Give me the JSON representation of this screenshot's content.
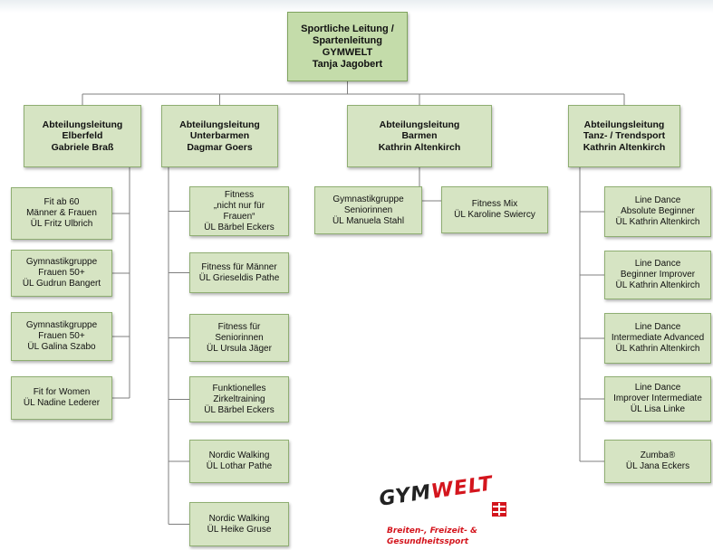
{
  "root": {
    "lines": [
      "Sportliche Leitung /",
      "Spartenleitung",
      "GYMWELT",
      "Tanja Jagobert"
    ]
  },
  "departments": [
    {
      "id": "elberfeld",
      "lines": [
        "Abteilungsleitung",
        "Elberfeld",
        "Gabriele Braß"
      ],
      "groups": [
        {
          "lines": [
            "Fit ab 60",
            "Männer & Frauen",
            "ÜL Fritz Ulbrich"
          ]
        },
        {
          "lines": [
            "Gymnastikgruppe",
            "Frauen 50+",
            "ÜL Gudrun Bangert"
          ]
        },
        {
          "lines": [
            "Gymnastikgruppe",
            "Frauen 50+",
            "ÜL Galina Szabo"
          ]
        },
        {
          "lines": [
            "Fit for Women",
            "ÜL Nadine Lederer"
          ]
        }
      ]
    },
    {
      "id": "unterbarmen",
      "lines": [
        "Abteilungsleitung",
        "Unterbarmen",
        "Dagmar Goers"
      ],
      "groups": [
        {
          "lines": [
            "Fitness",
            "„nicht nur für",
            "Frauen“",
            "ÜL Bärbel Eckers"
          ]
        },
        {
          "lines": [
            "Fitness für Männer",
            "ÜL Grieseldis Pathe"
          ]
        },
        {
          "lines": [
            "Fitness für",
            "Seniorinnen",
            "ÜL Ursula Jäger"
          ]
        },
        {
          "lines": [
            "Funktionelles",
            "Zirkeltraining",
            "ÜL Bärbel Eckers"
          ]
        },
        {
          "lines": [
            "Nordic Walking",
            "ÜL Lothar Pathe"
          ]
        },
        {
          "lines": [
            "Nordic Walking",
            "ÜL Heike Gruse"
          ]
        }
      ]
    },
    {
      "id": "barmen",
      "lines": [
        "Abteilungsleitung",
        "Barmen",
        "Kathrin Altenkirch"
      ],
      "groups": [
        {
          "lines": [
            "Gymnastikgruppe",
            "Seniorinnen",
            "ÜL Manuela Stahl"
          ]
        },
        {
          "lines": [
            "Fitness Mix",
            "ÜL Karoline Swiercy"
          ]
        }
      ]
    },
    {
      "id": "tanz",
      "lines": [
        "Abteilungsleitung",
        "Tanz- / Trendsport",
        "Kathrin Altenkirch"
      ],
      "groups": [
        {
          "lines": [
            "Line Dance",
            "Absolute Beginner",
            "ÜL Kathrin Altenkirch"
          ]
        },
        {
          "lines": [
            "Line Dance",
            "Beginner Improver",
            "ÜL Kathrin Altenkirch"
          ]
        },
        {
          "lines": [
            "Line Dance",
            "Intermediate Advanced",
            "ÜL Kathrin Altenkirch"
          ]
        },
        {
          "lines": [
            "Line Dance",
            "Improver Intermediate",
            "ÜL Lisa Linke"
          ]
        },
        {
          "lines": [
            "Zumba®",
            "ÜL Jana Eckers"
          ]
        }
      ]
    }
  ],
  "logo": {
    "wordmark_dark": "GYM",
    "wordmark_red": "WELT",
    "subtitle": [
      "Breiten-, Freizeit- &",
      "Gesundheitssport"
    ],
    "colors": {
      "red": "#d4151d",
      "dark": "#222222"
    }
  },
  "colors": {
    "box_fill": "#d6e4c3",
    "box_border": "#8fae72",
    "connector": "#7f7f7f"
  }
}
